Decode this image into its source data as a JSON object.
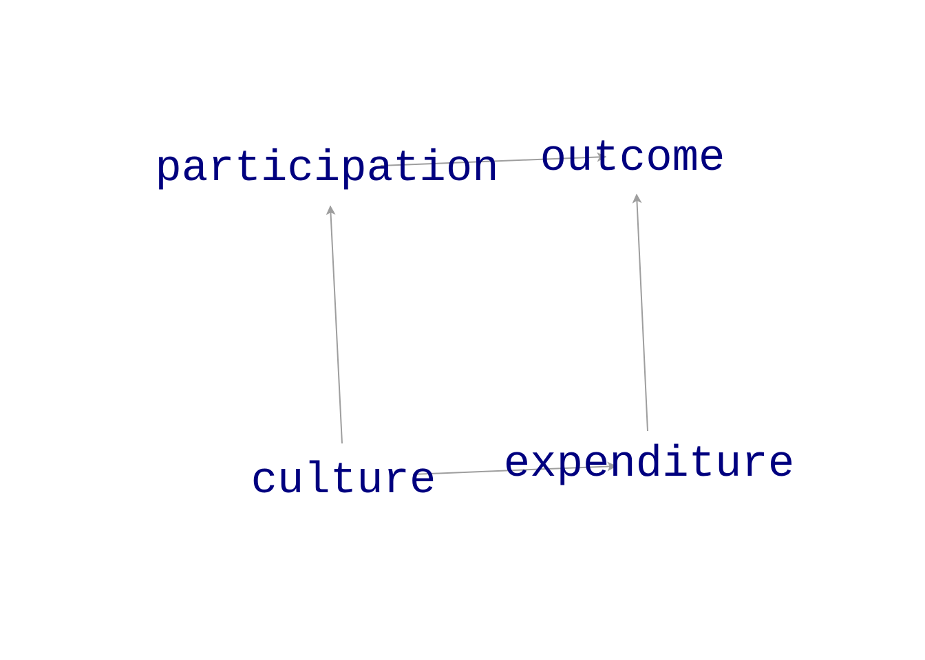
{
  "diagram": {
    "colors": {
      "node_text": "#00007f",
      "edge": "#9e9e9e",
      "background": "#ffffff"
    },
    "nodes": {
      "participation": {
        "label": "participation"
      },
      "outcome": {
        "label": "outcome"
      },
      "culture": {
        "label": "culture"
      },
      "expenditure": {
        "label": "expenditure"
      }
    },
    "edges": [
      {
        "from": "culture",
        "to": "participation"
      },
      {
        "from": "expenditure",
        "to": "outcome"
      },
      {
        "from": "participation",
        "to": "outcome"
      },
      {
        "from": "culture",
        "to": "expenditure"
      }
    ]
  }
}
